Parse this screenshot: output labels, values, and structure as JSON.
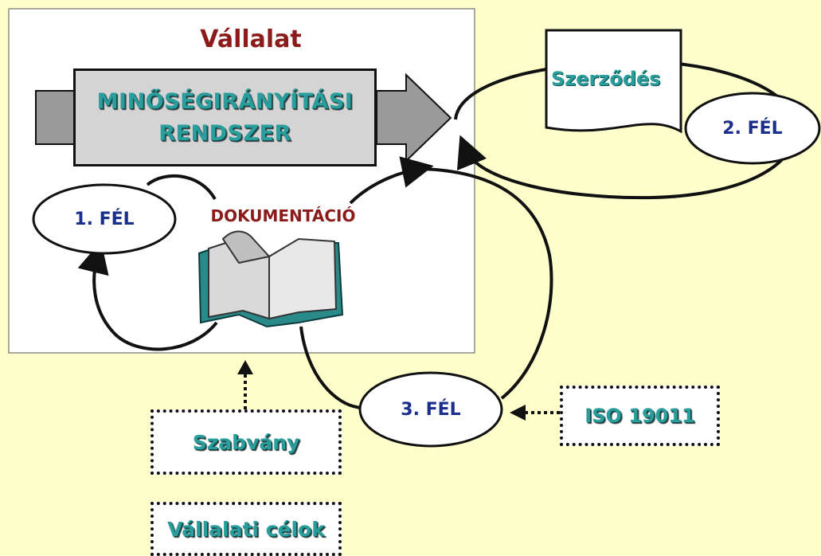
{
  "company": {
    "title": "Vállalat"
  },
  "qms": {
    "line1": "MINŐSÉGIRÁNYÍTÁSI",
    "line2": "RENDSZER"
  },
  "documentation": {
    "label": "DOKUMENTÁCIÓ",
    "icon": "book-icon"
  },
  "parties": {
    "first": "1. FÉL",
    "second": "2. FÉL",
    "third": "3. FÉL"
  },
  "contract": {
    "label": "Szerződés",
    "icon": "document-icon"
  },
  "iso": {
    "label": "ISO 19011"
  },
  "standard": {
    "label": "Szabvány"
  },
  "goals": {
    "label": "Vállalati célok"
  },
  "colors": {
    "background": "#ffffcc",
    "title": "#8b1a1a",
    "teal": "#2a9d9d",
    "party_text": "#1a2e8c"
  }
}
